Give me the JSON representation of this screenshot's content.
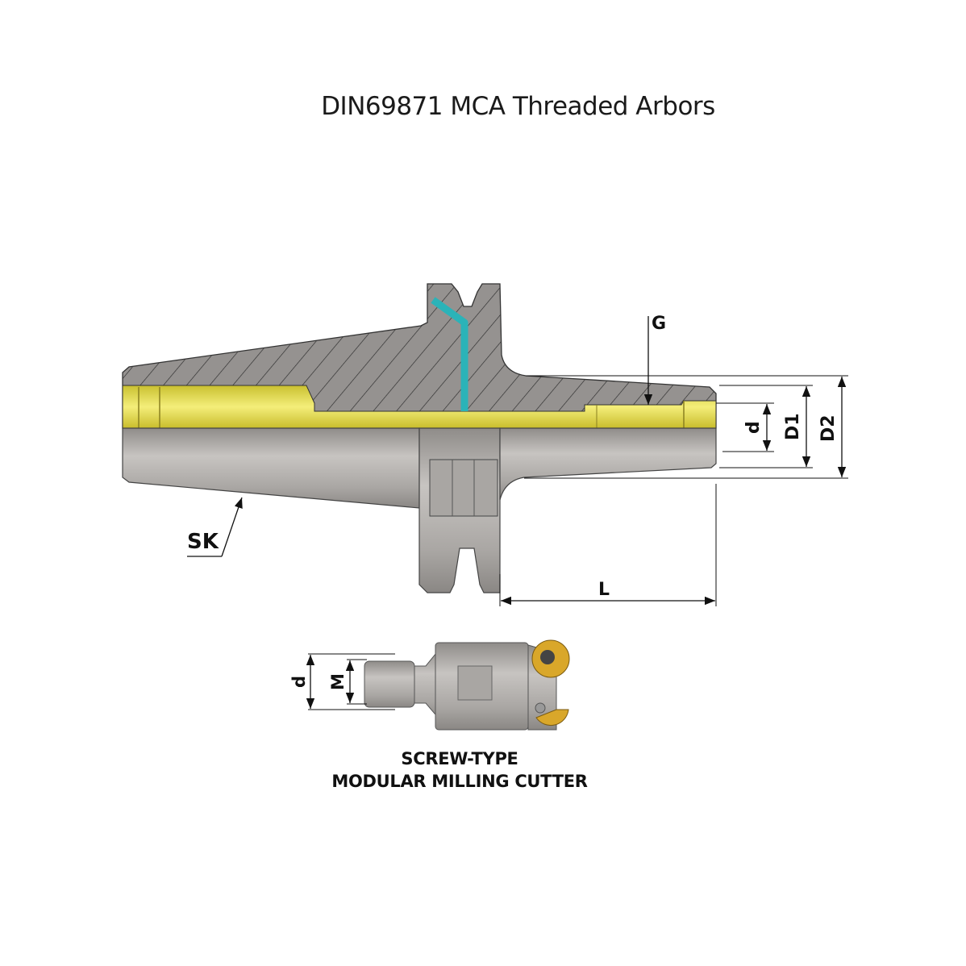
{
  "title": "DIN69871 MCA Threaded Arbors",
  "labels": {
    "sk": "SK",
    "g": "G",
    "l": "L",
    "d": "d",
    "d1": "D1",
    "d2": "D2",
    "cutter_d": "d",
    "cutter_m": "M"
  },
  "caption": {
    "line1": "SCREW-TYPE",
    "line2": "MODULAR MILLING CUTTER"
  },
  "colors": {
    "section": "#959290",
    "body": "#b4b1ae",
    "bore": "#e6e05a",
    "coolant": "#2bb3b8",
    "insert": "#d9a72a"
  }
}
